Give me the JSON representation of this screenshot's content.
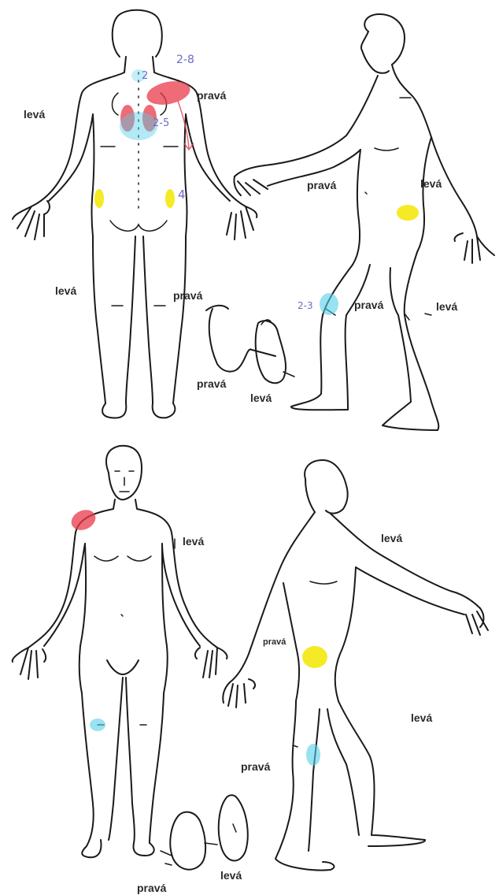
{
  "labels": {
    "back_left": "levá",
    "back_right": "pravá",
    "back_leg_left": "levá",
    "back_leg_right": "pravá",
    "feet_top_right": "pravá",
    "feet_top_left": "levá",
    "side1_right": "pravá",
    "side1_left": "levá",
    "side1_knee_right": "pravá",
    "side1_knee_left": "levá",
    "front_left": "levá",
    "side2_left": "levá",
    "side2_right": "pravá",
    "side2_leg_left": "levá",
    "side2_leg_right": "pravá",
    "feet_bottom_left": "levá",
    "feet_bottom_right": "pravá"
  },
  "annotations": {
    "neck": "2",
    "shoulder": "2-8",
    "mid_back": "2-5",
    "lower_back": "4",
    "knee": "2-3"
  },
  "colors": {
    "red": "#e8394a",
    "blue": "#55cfe8",
    "yellow": "#f3e600",
    "note": "#6b6bc8"
  }
}
